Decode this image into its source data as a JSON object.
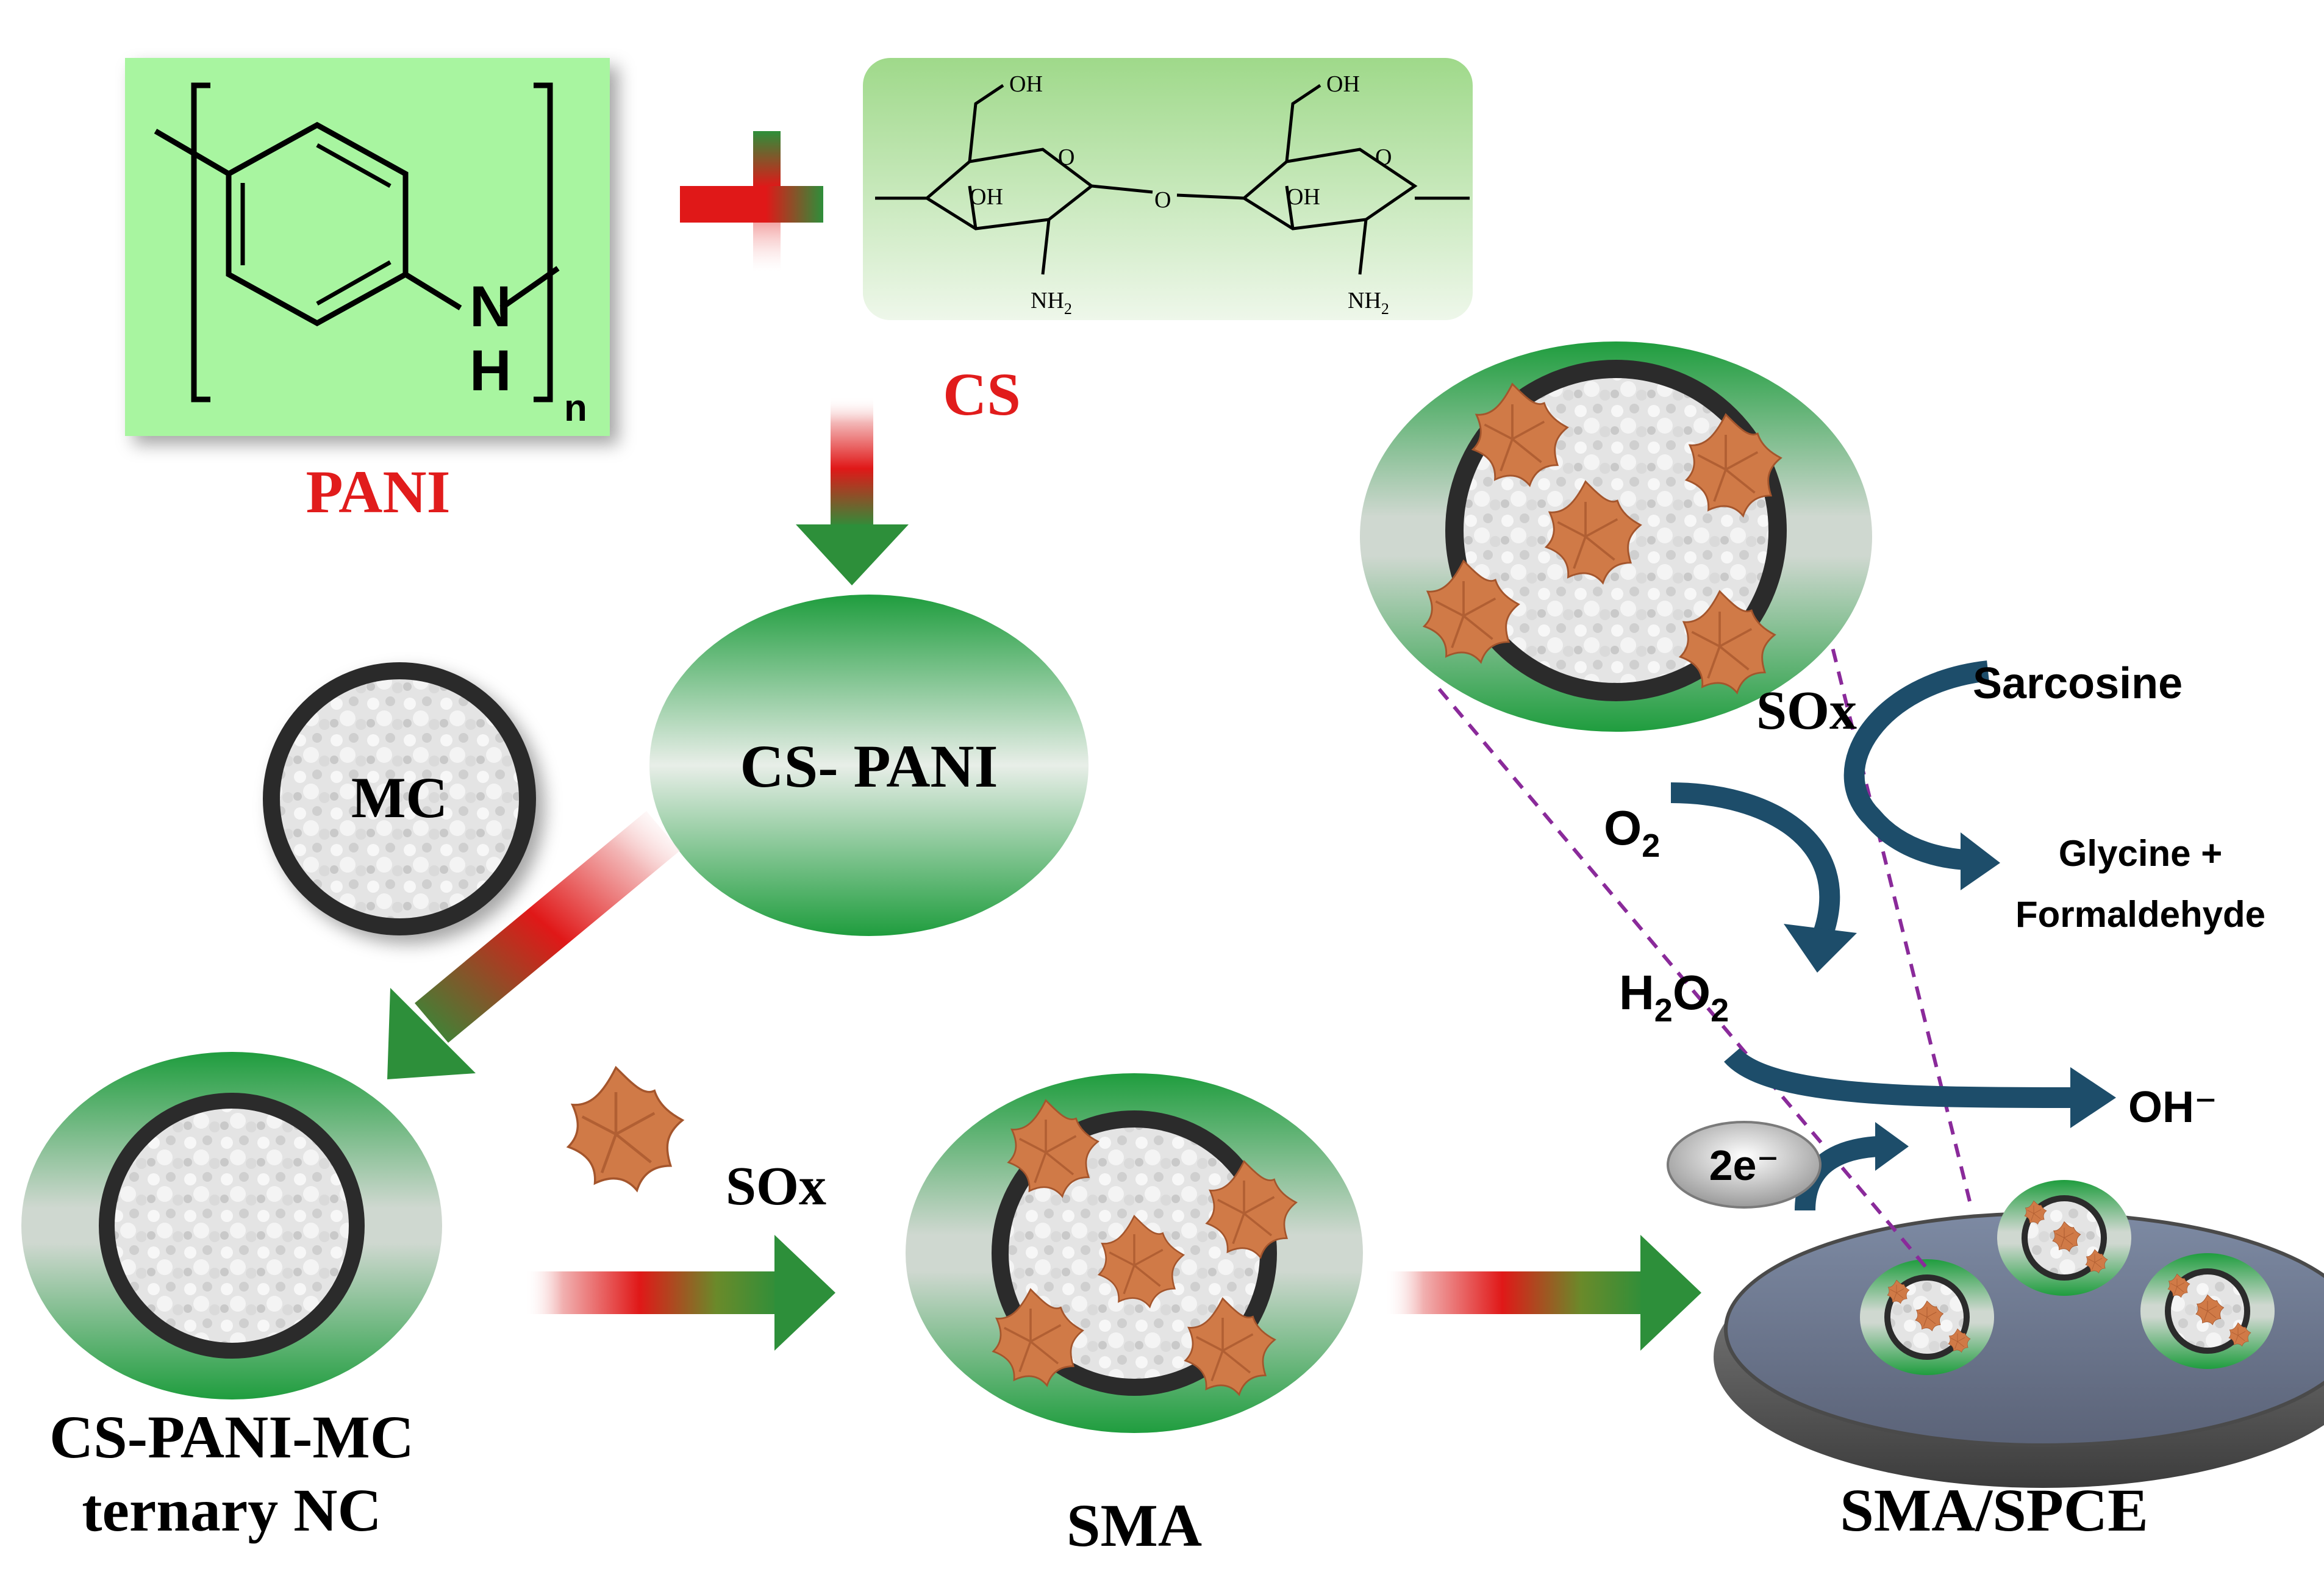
{
  "pani": {
    "label": "PANI",
    "nh_n": "N",
    "nh_h": "H",
    "subscript_n": "n"
  },
  "cs": {
    "label": "CS",
    "oh_1": "OH",
    "oh_2": "OH",
    "oh_3": "OH",
    "oh_4": "OH",
    "o_ring_1": "O",
    "o_ring_2": "O",
    "o_link": "O",
    "nh2_1": "NH",
    "nh2_2": "NH",
    "nh2_sub": "2"
  },
  "cs_pani": {
    "label": "CS- PANI"
  },
  "mc": {
    "label": "MC"
  },
  "ternary": {
    "line1": "CS-PANI-MC",
    "line2": "ternary NC"
  },
  "sox_step": {
    "label": "SOx"
  },
  "sma": {
    "label": "SMA"
  },
  "spce": {
    "label": "SMA/SPCE"
  },
  "reaction": {
    "sox": "SOx",
    "sarcosine": "Sarcosine",
    "o2": "O",
    "o2_sub": "2",
    "products_line1": "Glycine +",
    "products_line2": "Formaldehyde",
    "h2o2_h": "H",
    "h2o2_sub1": "2",
    "h2o2_o": "O",
    "h2o2_sub2": "2",
    "electrons": "2e⁻",
    "hydroxide": "OH⁻"
  },
  "colors": {
    "red": "#e11c1c",
    "green": "#1f9d3e",
    "pani_box": "#a8f5a0",
    "cs_box": "#c9e8b3",
    "reaction_arrow": "#1d4d6a",
    "flower": "#d07a47"
  }
}
